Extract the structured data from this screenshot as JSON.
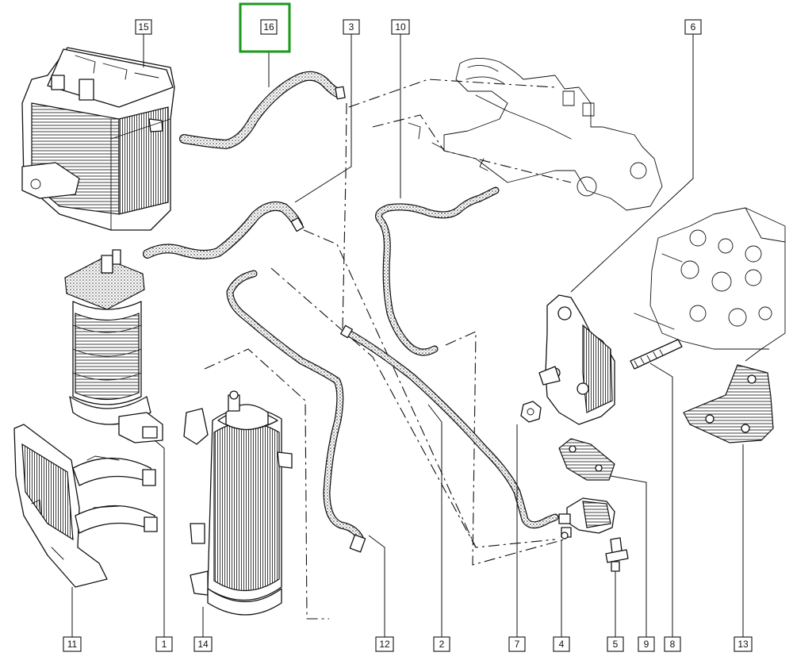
{
  "highlight_color": "#1a9a1a",
  "highlighted_callout": "16",
  "callouts": [
    {
      "id": "c15",
      "label": "15"
    },
    {
      "id": "c16",
      "label": "16"
    },
    {
      "id": "c3",
      "label": "3"
    },
    {
      "id": "c10",
      "label": "10"
    },
    {
      "id": "c6",
      "label": "6"
    },
    {
      "id": "c11",
      "label": "11"
    },
    {
      "id": "c1",
      "label": "1"
    },
    {
      "id": "c14",
      "label": "14"
    },
    {
      "id": "c12",
      "label": "12"
    },
    {
      "id": "c2",
      "label": "2"
    },
    {
      "id": "c7",
      "label": "7"
    },
    {
      "id": "c4",
      "label": "4"
    },
    {
      "id": "c5",
      "label": "5"
    },
    {
      "id": "c9",
      "label": "9"
    },
    {
      "id": "c8",
      "label": "8"
    },
    {
      "id": "c13",
      "label": "13"
    }
  ]
}
